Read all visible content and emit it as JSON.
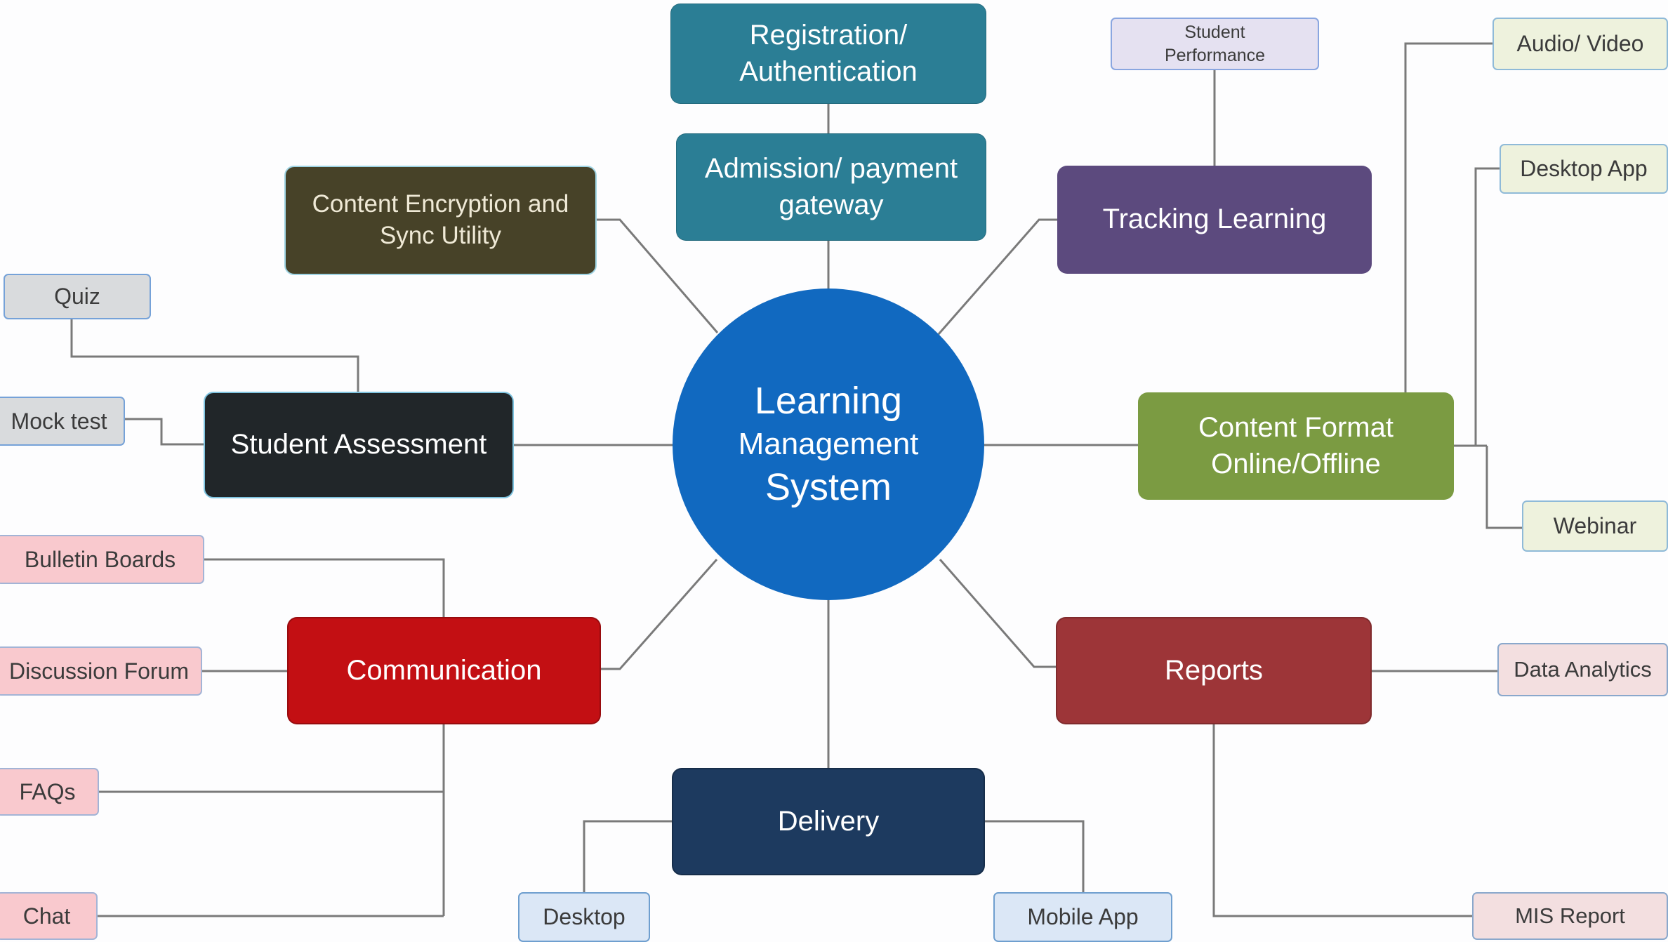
{
  "palette": {
    "background": "#fdfdfe",
    "connector_gray": "#7a7a7a",
    "center_blue": "#1169c0",
    "teal": "#2b7e95",
    "olive_dark": "#474228",
    "purple": "#5c4a7e",
    "green": "#7b9b42",
    "red": "#c30f13",
    "navy": "#1d3a5f",
    "brick_red": "#9d3538",
    "charcoal": "#212629",
    "gray_fill": "#d9dbdd",
    "pink_fill": "#f9c9ce",
    "light_pink_fill": "#f3dfe0",
    "cream_fill": "#eef2dd",
    "light_blue_fill": "#dbe7f6",
    "lavender_fill": "#e5e1f1",
    "light_blue_border": "#8fbad8"
  },
  "center": {
    "line1": "Learning",
    "line2": "Management",
    "line3": "System"
  },
  "nodes": {
    "registration": {
      "line1": "Registration/",
      "line2": "Authentication"
    },
    "admission": {
      "line1": "Admission/ payment",
      "line2": "gateway"
    },
    "content_encryption": {
      "line1": "Content Encryption and",
      "line2": "Sync Utility"
    },
    "student_performance": {
      "line1": "Student",
      "line2": "Performance"
    },
    "tracking_learning": {
      "label": "Tracking Learning"
    },
    "audio_video": {
      "label": "Audio/ Video"
    },
    "desktop_app": {
      "label": "Desktop App"
    },
    "content_format": {
      "line1": "Content Format",
      "line2": "Online/Offline"
    },
    "webinar": {
      "label": "Webinar"
    },
    "quiz": {
      "label": "Quiz"
    },
    "mock_test": {
      "label": "Mock test"
    },
    "student_assessment": {
      "label": "Student Assessment"
    },
    "bulletin_boards": {
      "label": "Bulletin Boards"
    },
    "discussion_forum": {
      "label": "Discussion Forum"
    },
    "faqs": {
      "label": "FAQs"
    },
    "chat": {
      "label": "Chat"
    },
    "communication": {
      "label": "Communication"
    },
    "delivery": {
      "label": "Delivery"
    },
    "desktop": {
      "label": "Desktop"
    },
    "mobile_app": {
      "label": "Mobile App"
    },
    "reports": {
      "label": "Reports"
    },
    "data_analytics": {
      "label": "Data Analytics"
    },
    "mis_report": {
      "label": "MIS Report"
    }
  }
}
